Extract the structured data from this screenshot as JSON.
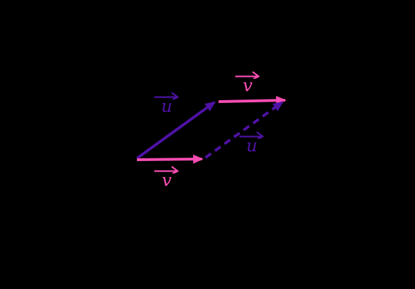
{
  "diagram": {
    "background": "#000000",
    "colors": {
      "purple": "#4e12a4",
      "pink": "#f94db3"
    },
    "labels": {
      "u_solid": "u",
      "v_top": "v",
      "v_bottom": "v",
      "u_dashed": "u"
    }
  }
}
